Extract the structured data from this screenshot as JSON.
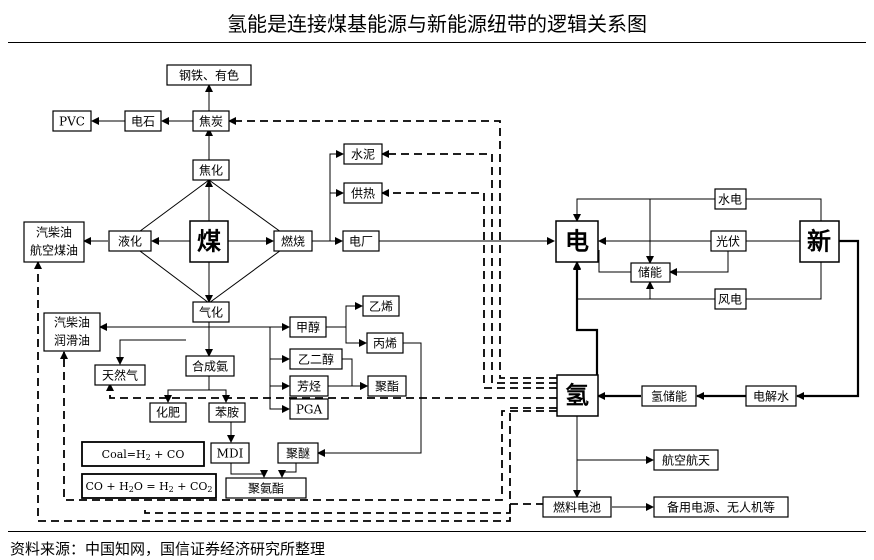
{
  "title": "氢能是连接煤基能源与新能源纽带的逻辑关系图",
  "source": "资料来源：中国知网，国信证券经济研究所整理",
  "nodes": {
    "coal": "煤",
    "coking": "焦化",
    "liquefaction": "液化",
    "combustion": "燃烧",
    "gasification": "气化",
    "coke": "焦炭",
    "steel": "钢铁、有色",
    "calcium_carbide": "电石",
    "pvc": "PVC",
    "fuel_oil_line1": "汽柴油",
    "fuel_oil_line2": "航空煤油",
    "cement": "水泥",
    "heating": "供热",
    "power_plant": "电厂",
    "electricity": "电",
    "new_energy": "新",
    "hydro": "水电",
    "solar": "光伏",
    "storage": "储能",
    "wind": "风电",
    "hydrogen": "氢",
    "h2_storage": "氢储能",
    "electrolysis": "电解水",
    "aerospace": "航空航天",
    "fuel_cell": "燃料电池",
    "backup_power": "备用电源、无人机等",
    "lube_oil_line1": "汽柴油",
    "lube_oil_line2": "润滑油",
    "natural_gas": "天然气",
    "synthetic_ammonia": "合成氨",
    "fertilizer": "化肥",
    "aniline": "苯胺",
    "mdi": "MDI",
    "polyurethane": "聚氨酯",
    "methanol": "甲醇",
    "ethylene": "乙烯",
    "propylene": "丙烯",
    "ethylene_glycol": "乙二醇",
    "aromatics": "芳烃",
    "polyester": "聚酯",
    "pga": "PGA",
    "polyether": "聚醚"
  },
  "formulas": {
    "coal_gas": {
      "lhs": "Coal",
      "rhs1": "H",
      "sub1": "2",
      "rhs2": " + CO"
    },
    "water_gas": {
      "lhs": "CO + H",
      "sub_l": "2",
      "lhs2": "O",
      "rhs1": "H",
      "sub1": "2",
      "rhs2": " + CO",
      "sub2": "2"
    }
  }
}
